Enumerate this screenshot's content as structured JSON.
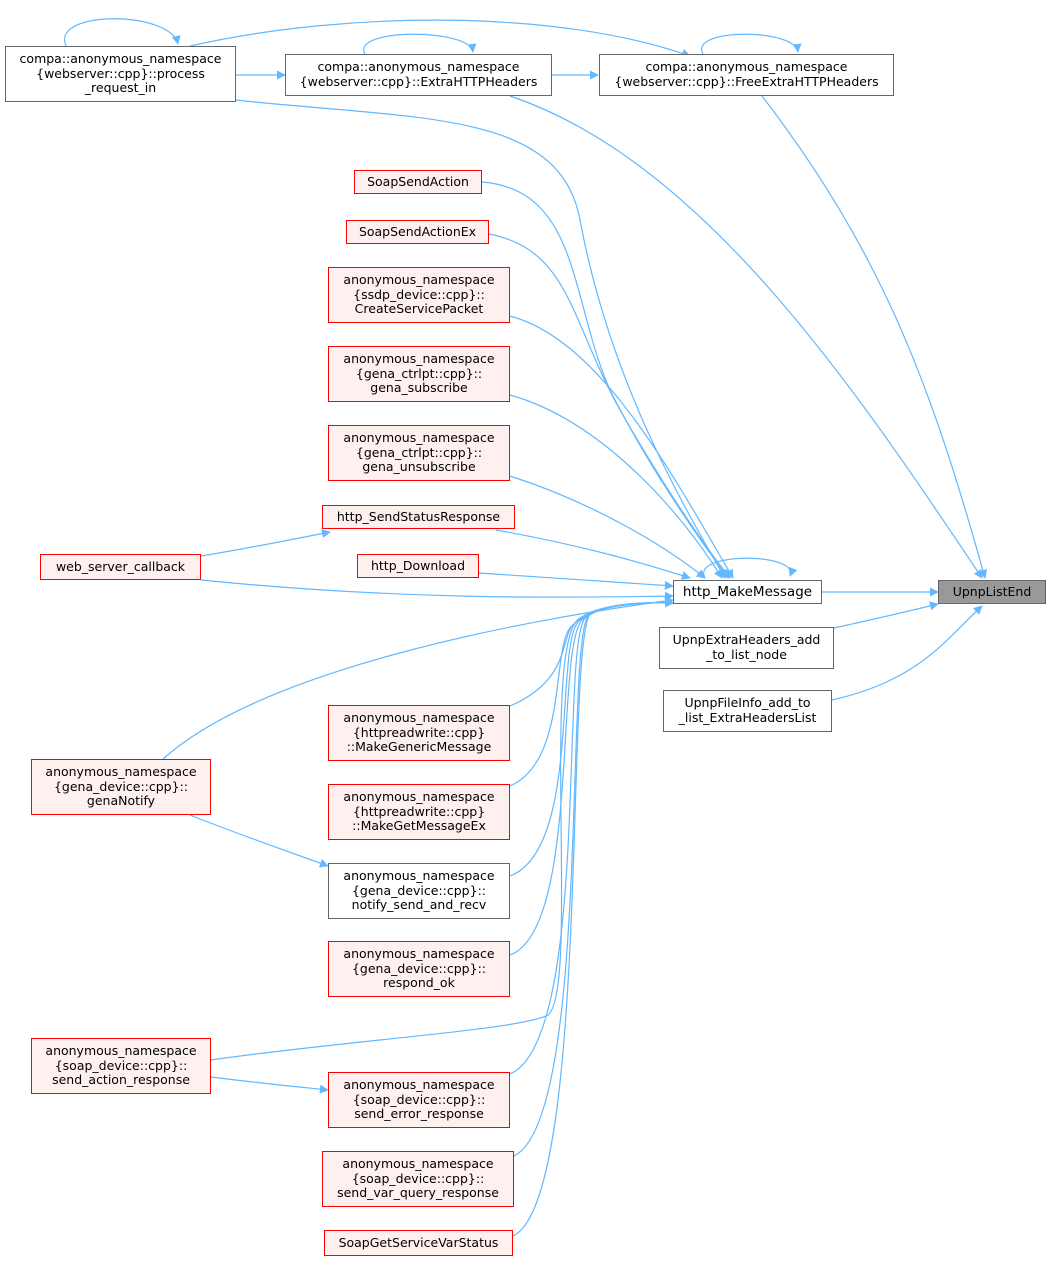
{
  "colors": {
    "edge": "#63b8ff",
    "plain_border": "#666666",
    "truncated_border": "#ff0000",
    "truncated_fill": "#fff0f0",
    "focus_fill": "#999999"
  },
  "nodes": {
    "upnplistend": "UpnpListEnd",
    "http_makemessage": "http_MakeMessage",
    "upnpextraheaders_add_to_list_node": "UpnpExtraHeaders_add\n_to_list_node",
    "upnpfileinfo_add_to_list_extraheaderslist": "UpnpFileInfo_add_to\n_list_ExtraHeadersList",
    "process_request_in": "compa::anonymous_namespace\n{webserver::cpp}::process\n_request_in",
    "extrahttpheaders": "compa::anonymous_namespace\n{webserver::cpp}::ExtraHTTPHeaders",
    "freeextrahttpheaders": "compa::anonymous_namespace\n{webserver::cpp}::FreeExtraHTTPHeaders",
    "soapsendaction": "SoapSendAction",
    "soapsendactionex": "SoapSendActionEx",
    "createservicepacket": "anonymous_namespace\n{ssdp_device::cpp}::\nCreateServicePacket",
    "gena_subscribe": "anonymous_namespace\n{gena_ctrlpt::cpp}::\ngena_subscribe",
    "gena_unsubscribe": "anonymous_namespace\n{gena_ctrlpt::cpp}::\ngena_unsubscribe",
    "http_sendstatusresponse": "http_SendStatusResponse",
    "http_download": "http_Download",
    "web_server_callback": "web_server_callback",
    "genanotify": "anonymous_namespace\n{gena_device::cpp}::\ngenaNotify",
    "makegenericmessage": "anonymous_namespace\n{httpreadwrite::cpp}\n::MakeGenericMessage",
    "makegetmessageex": "anonymous_namespace\n{httpreadwrite::cpp}\n::MakeGetMessageEx",
    "notify_send_and_recv": "anonymous_namespace\n{gena_device::cpp}::\nnotify_send_and_recv",
    "respond_ok": "anonymous_namespace\n{gena_device::cpp}::\nrespond_ok",
    "send_action_response": "anonymous_namespace\n{soap_device::cpp}::\nsend_action_response",
    "send_error_response": "anonymous_namespace\n{soap_device::cpp}::\nsend_error_response",
    "send_var_query_response": "anonymous_namespace\n{soap_device::cpp}::\nsend_var_query_response",
    "soapgetservicevarstatus": "SoapGetServiceVarStatus"
  }
}
